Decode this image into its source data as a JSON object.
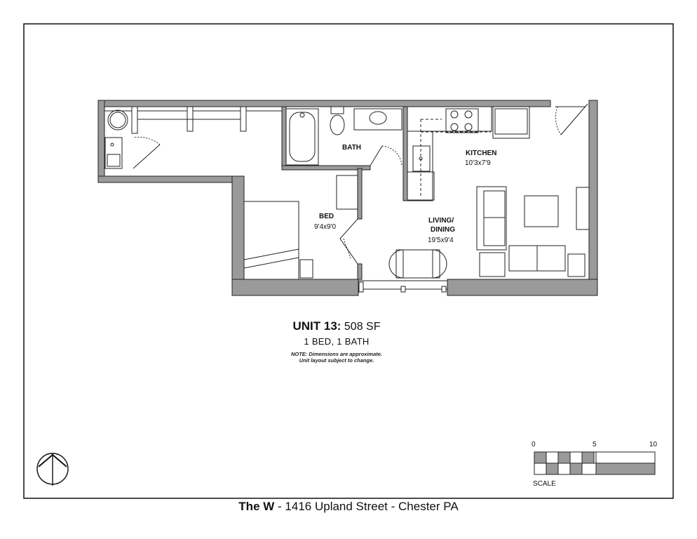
{
  "rooms": {
    "bath": {
      "name": "BATH"
    },
    "kitchen": {
      "name": "KITCHEN",
      "dims": "10'3x7'9"
    },
    "bed": {
      "name": "BED",
      "dims": "9'4x9'0"
    },
    "living": {
      "name_line1": "LIVING/",
      "name_line2": "DINING",
      "dims": "19'5x9'4"
    }
  },
  "unit": {
    "title": "UNIT 13:",
    "area": "508 SF",
    "config": "1 BED, 1 BATH",
    "note_line1": "NOTE: Dimensions are approximate.",
    "note_line2": "Unit layout subject to change."
  },
  "scale": {
    "tick_0": "0",
    "tick_5": "5",
    "tick_10": "10",
    "label": "SCALE"
  },
  "footer": {
    "building": "The W",
    "address": "- 1416 Upland Street - Chester PA"
  },
  "colors": {
    "wall_fill": "#9a9a9a",
    "line": "#222222"
  }
}
